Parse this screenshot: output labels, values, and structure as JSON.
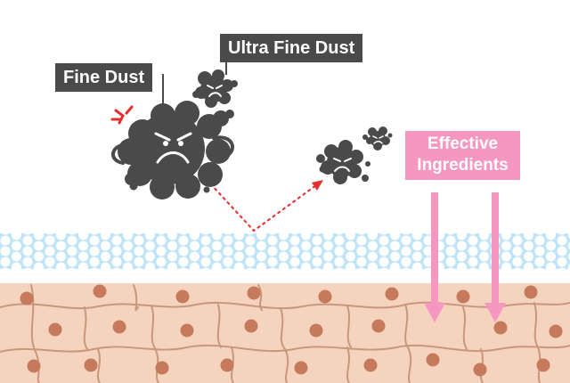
{
  "labels": {
    "fine_dust": "Fine Dust",
    "ultra_fine_dust": "Ultra Fine Dust",
    "effective_ingredients_line1": "Effective",
    "effective_ingredients_line2": "Ingredients"
  },
  "colors": {
    "dust": "#4a4a4a",
    "label_dark": "#4a4a4a",
    "label_pink": "#f597c0",
    "barrier_band": "#bfe3f7",
    "barrier_dots": "#ffffff",
    "skin": "#f4d3bf",
    "skin_cell_border": "#c9987c",
    "skin_nucleus": "#c67a5b",
    "arrow_pink": "#f597c0",
    "path_red": "#e52e2e",
    "anger_mark": "#e52e2e"
  },
  "icons": [
    "fine-dust-icon",
    "ultra-fine-dust-icon",
    "anger-mark-icon",
    "down-arrow-icon",
    "dashed-arrow-icon"
  ]
}
